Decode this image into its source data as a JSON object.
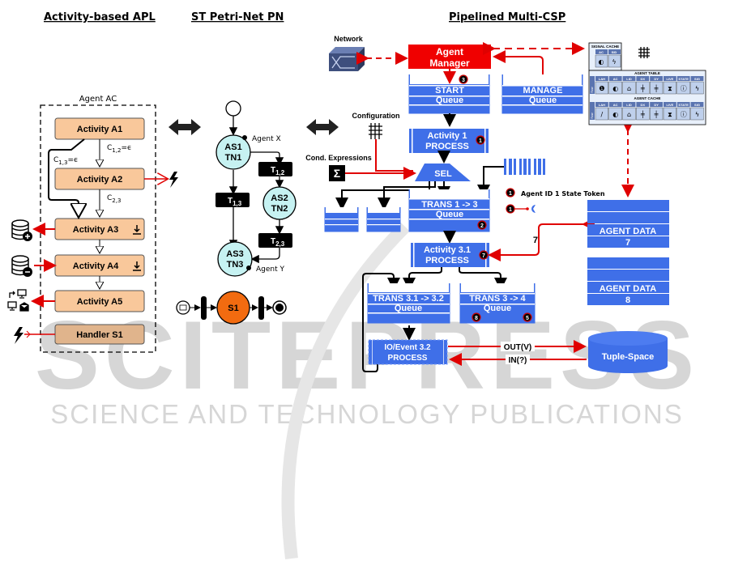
{
  "headers": {
    "apl": "Activity-based APL",
    "pn": "ST Petri-Net PN",
    "csp": "Pipelined Multi-CSP"
  },
  "apl": {
    "agent_label": "Agent AC",
    "activities": [
      "Activity A1",
      "Activity A2",
      "Activity A3",
      "Activity A4",
      "Activity A5"
    ],
    "handler": "Handler S1",
    "conditions": {
      "c12": "C",
      "c12_sub": "1,2",
      "c12_val": "=ϵ",
      "c13": "C",
      "c13_sub": "1,3",
      "c13_val": "=ϵ",
      "c23": "C",
      "c23_sub": "2,3"
    },
    "colors": {
      "activity_fill": "#f9c89b",
      "handler_fill": "#e0b48c",
      "link": "#e00000"
    }
  },
  "pn": {
    "places": [
      {
        "line1": "AS1",
        "line2": "TN1"
      },
      {
        "line1": "AS2",
        "line2": "TN2"
      },
      {
        "line1": "AS3",
        "line2": "TN3"
      }
    ],
    "transitions": [
      {
        "label": "T",
        "sub": "1,2"
      },
      {
        "label": "T",
        "sub": "1,3"
      },
      {
        "label": "T",
        "sub": "2,3"
      }
    ],
    "agent_x": "Agent X",
    "agent_y": "Agent Y",
    "signal_state": "S1",
    "colors": {
      "place": "#c6f2f2",
      "signal": "#f26b10"
    }
  },
  "csp": {
    "network_label": "Network",
    "agent_manager": [
      "Agent",
      "Manager"
    ],
    "start_queue": [
      "START",
      "Queue"
    ],
    "manage_queue": [
      "MANAGE",
      "Queue"
    ],
    "configuration_label": "Configuration",
    "cond_expr_label": "Cond. Expressions",
    "activity1": [
      "Activity 1",
      "PROCESS"
    ],
    "sel": "SEL",
    "trans13": [
      "TRANS 1 -> 3",
      "Queue"
    ],
    "activity31": [
      "Activity 3.1",
      "PROCESS"
    ],
    "trans3132": [
      "TRANS 3.1 -> 3.2",
      "Queue"
    ],
    "trans34": [
      "TRANS 3 -> 4",
      "Queue"
    ],
    "io_event": [
      "IO/Event 3.2",
      "PROCESS"
    ],
    "out_label": "OUT(V)",
    "in_label": "IN(?)",
    "tuple_space": "Tuple-Space",
    "legend_token": "Agent ID 1 State Token",
    "agent_data": [
      {
        "label": "AGENT DATA",
        "id": "7"
      },
      {
        "label": "AGENT DATA",
        "id": "8"
      }
    ],
    "link_value": "7",
    "tokens": {
      "start": "3",
      "activity1": "1",
      "trans13": "2",
      "activity31": "7",
      "trans3132": "8",
      "trans34": "5",
      "legend": "1"
    },
    "colors": {
      "queue": "#3f6fe8",
      "manager": "#f00000",
      "link": "#e00000"
    }
  },
  "tables": {
    "signal_cache": {
      "title": "SIGNAL CACHE",
      "cols": [
        "AC",
        "SID"
      ]
    },
    "agent_table": {
      "title": "AGENT TABLE",
      "cols": [
        "LAH",
        "AC",
        "LID",
        "DX",
        "DY",
        "LIVE",
        "STATE",
        "SIG"
      ],
      "row_label": "Row"
    },
    "agent_cache": {
      "title": "AGENT CACHE",
      "cols": [
        "LAH",
        "AC",
        "LID",
        "DX",
        "DY",
        "LIVE",
        "STATE",
        "SIG"
      ],
      "row_label": "Row"
    }
  },
  "watermark": {
    "big": "SCITEPRESS",
    "small": "SCIENCE AND TECHNOLOGY PUBLICATIONS"
  }
}
